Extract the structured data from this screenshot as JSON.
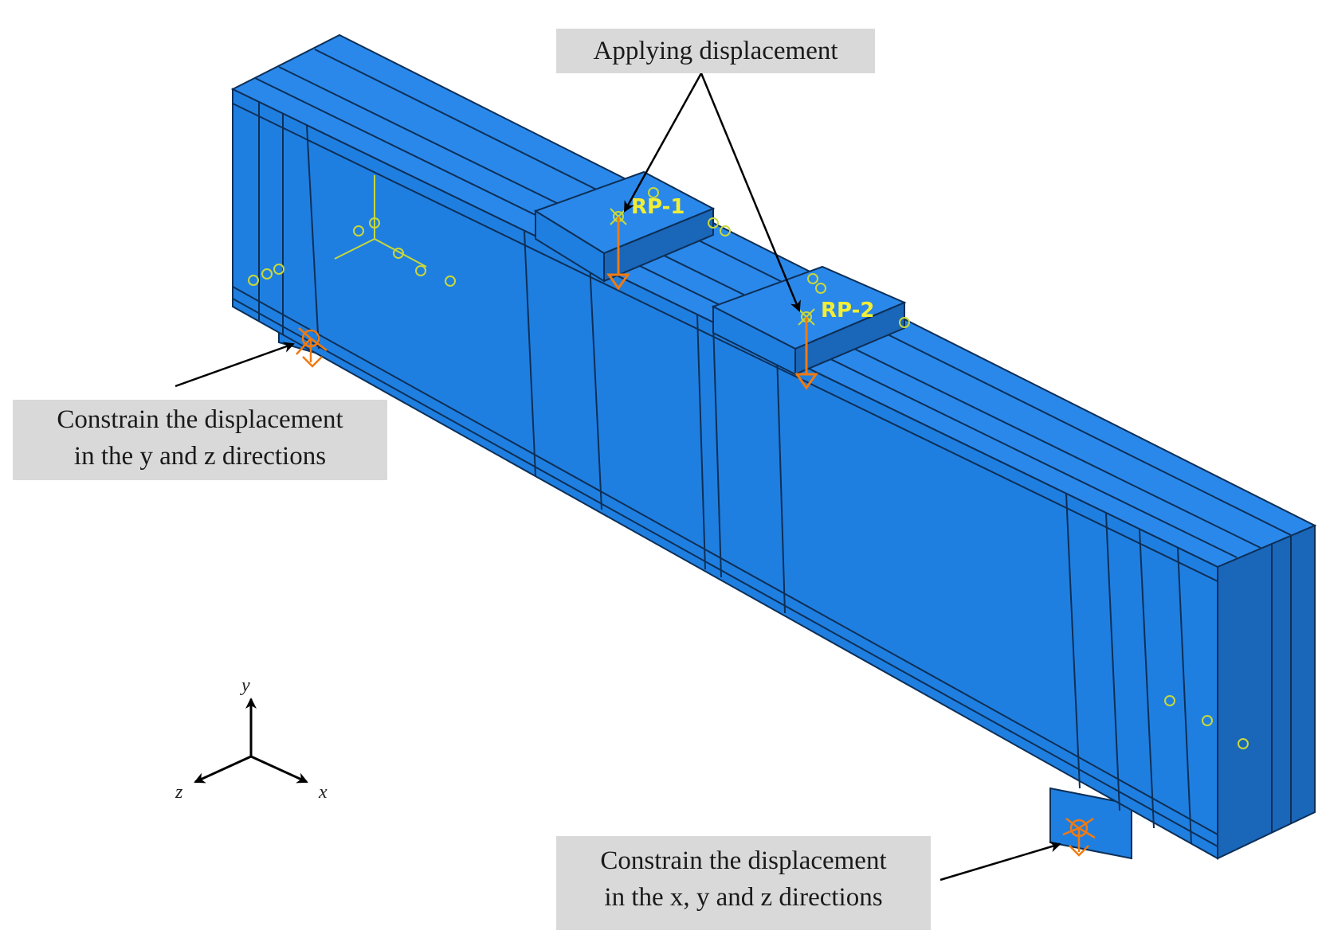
{
  "callouts": {
    "top": "Applying displacement",
    "left_line1": "Constrain the displacement",
    "left_line2": "in the y and z directions",
    "right_line1": "Constrain the displacement",
    "right_line2": "in the x, y and z directions"
  },
  "reference_points": {
    "rp1": "RP-1",
    "rp2": "RP-2"
  },
  "triad": {
    "x": "x",
    "y": "y",
    "z": "z"
  },
  "colors": {
    "beam_front": "#1f7fe0",
    "beam_top": "#2a88ea",
    "beam_end": "#1a66b8",
    "edge": "#0d2f57",
    "constraint": "#f07a10",
    "marker": "#c8d83a",
    "callout_bg": "#d9d9d9"
  }
}
